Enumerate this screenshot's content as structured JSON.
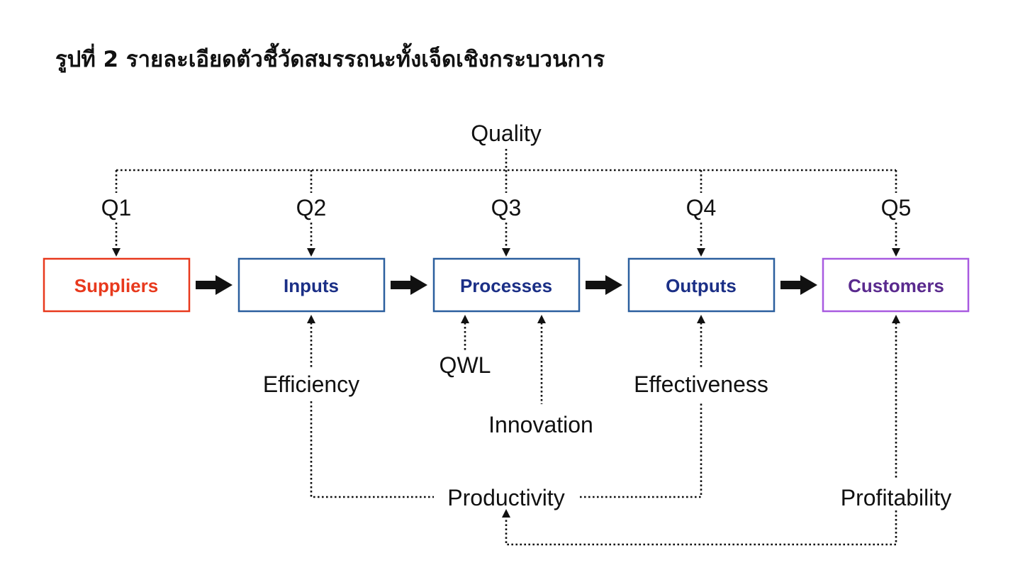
{
  "title": "รูปที่ 2 รายละเอียดตัวชี้วัดสมรรถนะทั้งเจ็ดเชิงกระบวนการ",
  "colors": {
    "ink": "#111111",
    "suppliers": "#e8391d",
    "inputs_border": "#2b5f9e",
    "inputs_text": "#1b2f86",
    "customers_border": "#a85ae0",
    "customers_text": "#5a2a8e"
  },
  "boxes": {
    "suppliers": "Suppliers",
    "inputs": "Inputs",
    "processes": "Processes",
    "outputs": "Outputs",
    "customers": "Customers"
  },
  "labels": {
    "quality": "Quality",
    "q1": "Q1",
    "q2": "Q2",
    "q3": "Q3",
    "q4": "Q4",
    "q5": "Q5",
    "efficiency": "Efficiency",
    "qwl": "QWL",
    "innovation": "Innovation",
    "effectiveness": "Effectiveness",
    "productivity": "Productivity",
    "profitability": "Profitability"
  }
}
